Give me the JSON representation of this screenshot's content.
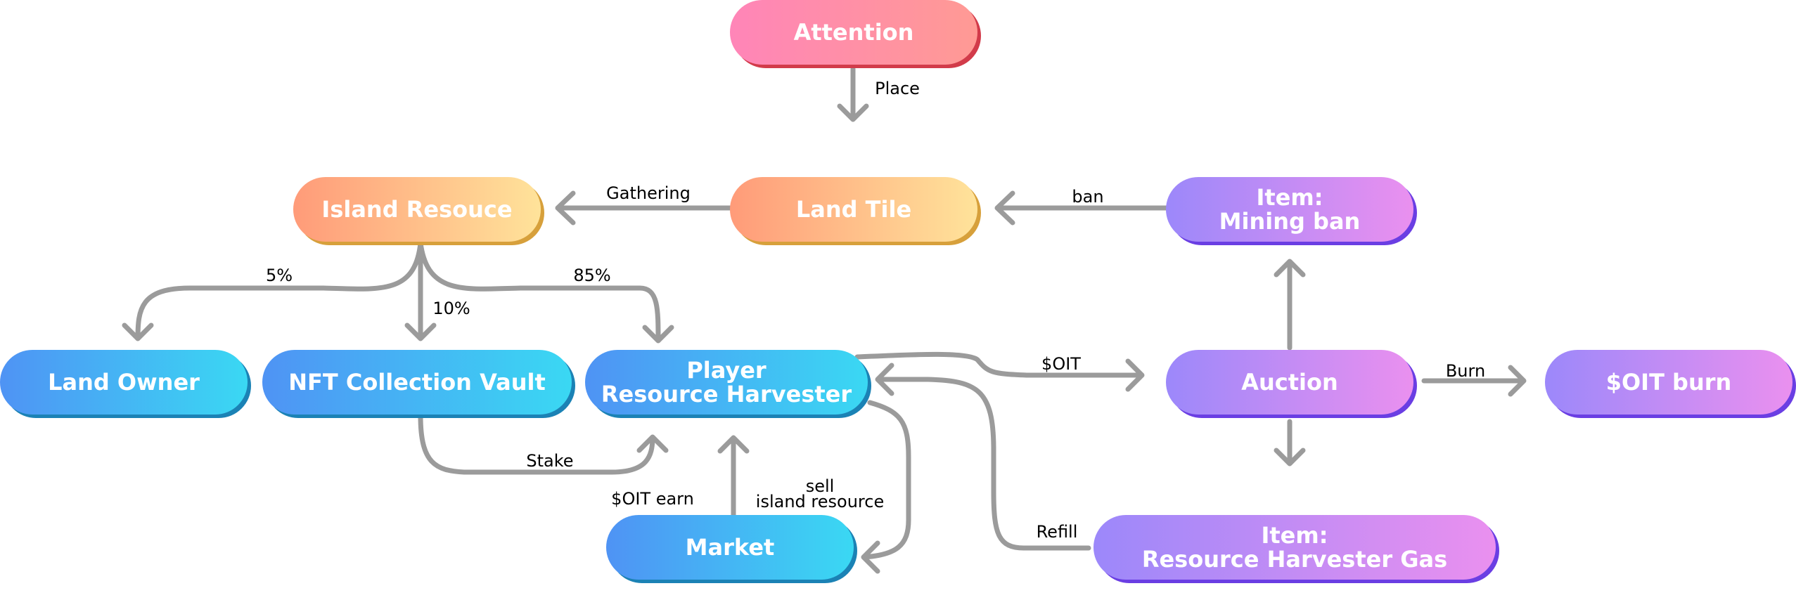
{
  "colors": {
    "arrow": "#9b9b9b",
    "pink": [
      "#ff85b8",
      "#ff9a94",
      "#d23b4a"
    ],
    "orange": [
      "#ff9b79",
      "#ffe39a",
      "#d7a03b"
    ],
    "blue": [
      "#4f93f4",
      "#3ad8f3",
      "#1b82b5"
    ],
    "purple": [
      "#9c88fa",
      "#ea90ef",
      "#6a3ee3"
    ]
  },
  "nodes": {
    "attention": {
      "lines": [
        "Attention"
      ],
      "theme": "pink"
    },
    "land_tile": {
      "lines": [
        "Land Tile"
      ],
      "theme": "orange"
    },
    "island_resource": {
      "lines": [
        "Island Resouce"
      ],
      "theme": "orange"
    },
    "item_mining_ban": {
      "lines": [
        "Item:",
        "Mining ban"
      ],
      "theme": "purple"
    },
    "land_owner": {
      "lines": [
        "Land Owner"
      ],
      "theme": "blue"
    },
    "nft_collection_vault": {
      "lines": [
        "NFT Collection Vault"
      ],
      "theme": "blue"
    },
    "player": {
      "lines": [
        "Player",
        "Resource Harvester"
      ],
      "theme": "blue"
    },
    "auction": {
      "lines": [
        "Auction"
      ],
      "theme": "purple"
    },
    "oit_burn": {
      "lines": [
        "$OIT burn"
      ],
      "theme": "purple"
    },
    "market": {
      "lines": [
        "Market"
      ],
      "theme": "blue"
    },
    "item_gas": {
      "lines": [
        "Item:",
        "Resource Harvester Gas"
      ],
      "theme": "purple"
    }
  },
  "edge_labels": {
    "place": "Place",
    "gathering": "Gathering",
    "ban": "ban",
    "five_percent": "5%",
    "ten_percent": "10%",
    "eighty_five_percent": "85%",
    "oit": "$OIT",
    "burn": "Burn",
    "stake": "Stake",
    "oit_earn": "$OIT earn",
    "sell_island_resource": [
      "sell",
      "island resource"
    ],
    "refill": "Refill"
  }
}
